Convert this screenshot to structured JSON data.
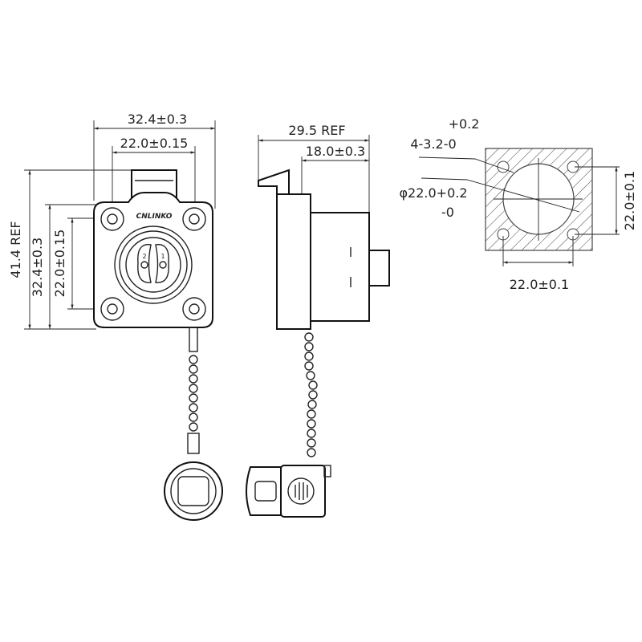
{
  "front_view": {
    "dim_width_outer": "32.4±0.3",
    "dim_width_inner": "22.0±0.15",
    "dim_height_ref": "41.4 REF",
    "dim_height_outer": "32.4±0.3",
    "dim_height_inner": "22.0±0.15",
    "logo": "CNLINKO",
    "pin_labels": [
      "2",
      "1"
    ]
  },
  "side_view": {
    "dim_depth_ref": "29.5 REF",
    "dim_depth_body": "18.0±0.3"
  },
  "panel_cutout": {
    "hole_tol_upper": "+0.2",
    "hole_spec": "4-3.2-0",
    "bore_spec": "φ22.0+0.2",
    "bore_tol_lower": "-0",
    "dim_vertical": "22.0±0.1",
    "dim_horizontal": "22.0±0.1"
  },
  "colors": {
    "line": "#222222",
    "background": "#ffffff"
  }
}
